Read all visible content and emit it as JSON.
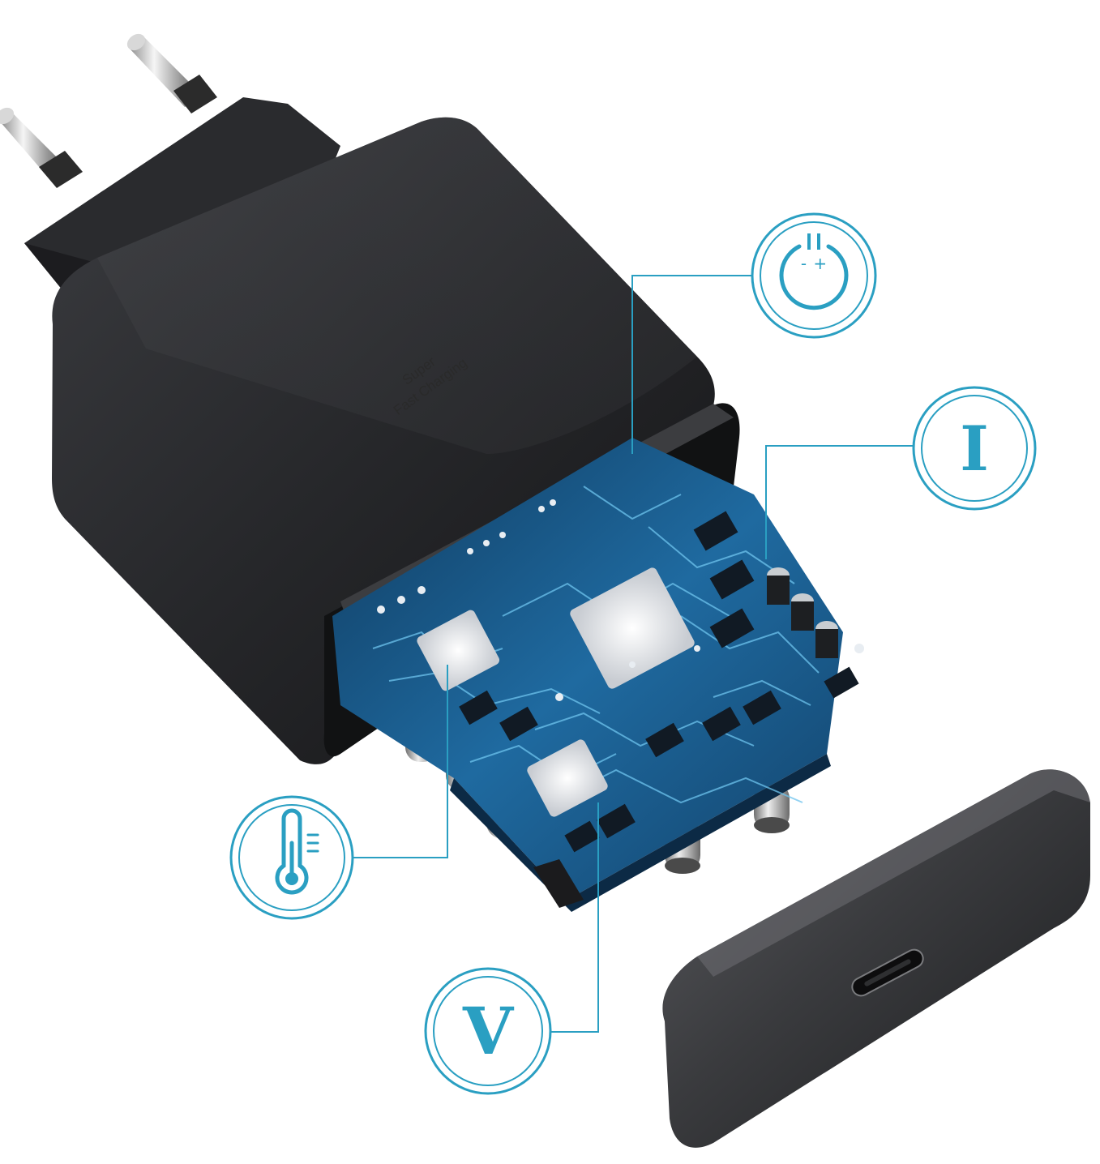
{
  "product": {
    "label_line_1": "Super",
    "label_line_2": "Fast Charging"
  },
  "callouts": {
    "current_symbol": "I",
    "voltage_symbol": "V",
    "polarity_minus": "-",
    "polarity_plus": "+"
  },
  "colors": {
    "accent": "#2a9fc2",
    "charger_body": "#222326",
    "pcb_blue": "#1f5f93",
    "chip_silver": "#d9dde2"
  },
  "icons": [
    "power-protection-icon",
    "current-icon",
    "temperature-icon",
    "voltage-icon",
    "usb-c-port-icon"
  ]
}
